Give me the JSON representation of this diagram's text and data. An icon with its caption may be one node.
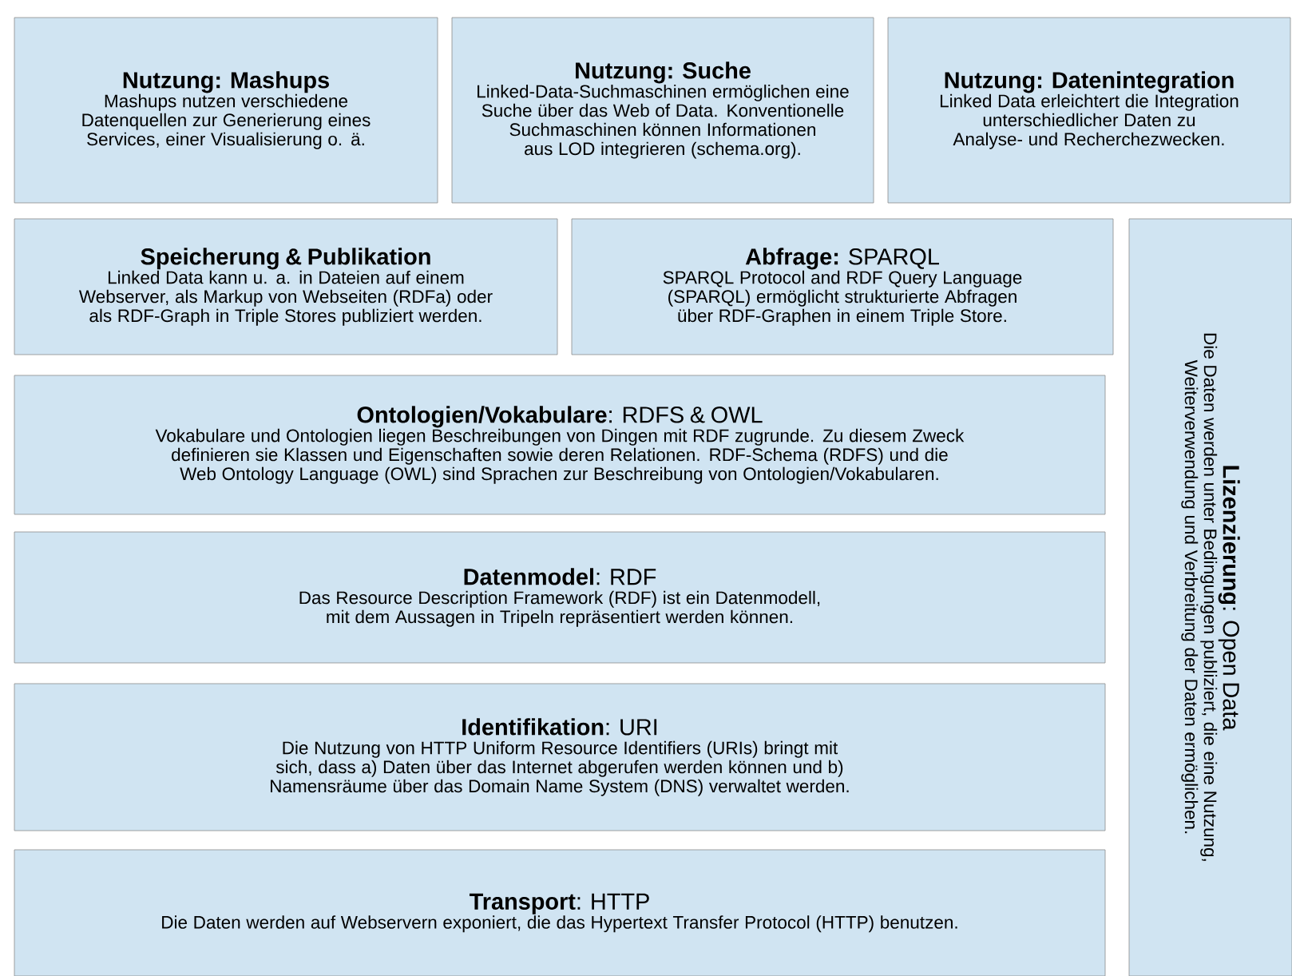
{
  "diagram": {
    "nodes": [
      {
        "text": [
          "Nutzung: Mashups",
          "Mashups nutzen verschiedene Datenquellen zur Generierung eines Services, einer Visualisierung o. ä."
        ]
      },
      {
        "text": [
          "Nutzung: Suche",
          "Linked-Data-Suchmaschinen ermöglichen eine Suche über das Web of Data. Konventionelle Suchmaschinen können Informationen aus LOD integrieren (schema.org)."
        ]
      },
      {
        "text": [
          "Nutzung: Datenintegration",
          "Linked Data erleichtert die Integration unterschiedlicher Daten zu Analyse- und Recherchezwecken."
        ]
      },
      {
        "text": [
          "Speicherung & Publikation",
          "Linked Data kann u. a. in Dateien auf einem Webserver, als Markup von Webseiten (RDFa) oder als RDF-Graph in Triple Stores publiziert werden."
        ]
      },
      {
        "text": [
          "**Abfrage:** SPARQL",
          "SPARQL Protocol and RDF Query Language (SPARQL) ermöglicht strukturierte Abfragen über RDF-Graphen in einem Triple Store."
        ]
      },
      {
        "text": [
          "**Lizenzierung**: Open Data",
          "Die Daten werden unter Bedingungen publiziert, die eine Nutzung, Weiterverwendung und Verbreitung der Daten ermöglichen."
        ]
      },
      {
        "text": [
          "**Ontologien/Vokabulare**: RDFS & OWL",
          "Vokabulare und Ontologien liegen Beschreibungen von Dingen mit RDF zugrunde. Zu diesem Zweck definieren sie Klassen und Eigenschaften sowie deren Relationen. RDF-Schema (RDFS) und die Web Ontology Language (OWL) sind Sprachen zur Beschreibung von Ontologien/Vokabularen."
        ]
      },
      {
        "text": [
          "**Datenmodel**: RDF",
          "Das Resource Description Framework (RDF) ist ein Datenmodell, mit dem Aussagen in Tripeln repräsentiert werden können."
        ]
      },
      {
        "text": [
          "**Identifikation**: URI",
          "Die Nutzung von HTTP Uniform Resource Identifiers (URIs) bringt mit sich, dass a) Daten über das Internet abgerufen werden können und b) Namensräume über das Domain Name System (DNS) verwaltet werden."
        ]
      },
      {
        "text": [
          "**Transport**: HTTP",
          "Die Daten werden auf Webservern exponiert, die das Hypertext Transfer Protocol (HTTP) benutzen."
        ]
      }
    ],
    "edges": []
  }
}
